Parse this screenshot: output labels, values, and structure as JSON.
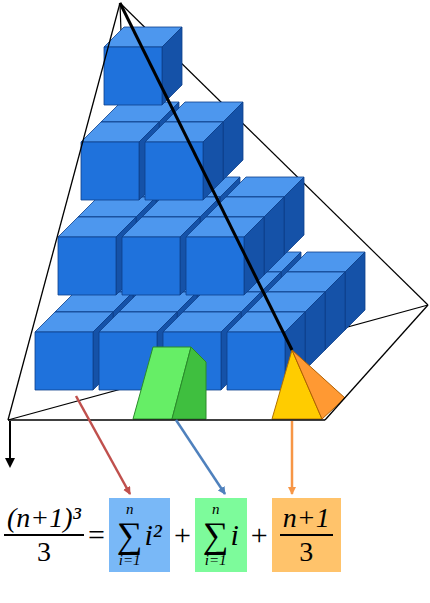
{
  "diagram": {
    "nodes": [
      {
        "text": [
          "n",
          "∑",
          "i=1",
          "i²"
        ]
      },
      {
        "text": [
          "n",
          "∑",
          "i=1",
          "i"
        ]
      },
      {
        "text": [
          "n+1",
          "3"
        ]
      }
    ],
    "labels": [
      "(n+1)³",
      "3",
      "=",
      "+",
      "+"
    ]
  }
}
